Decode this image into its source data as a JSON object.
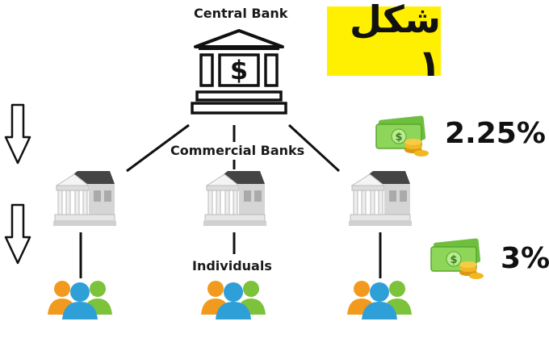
{
  "diagram": {
    "central_bank_label": "Central Bank",
    "commercial_banks_label": "Commercial Banks",
    "individuals_label": "Individuals",
    "figure_badge": "شكل ١",
    "rates": {
      "central_rate": "2.25%",
      "commercial_rate": "3%"
    },
    "icons": {
      "central": "central-bank-icon",
      "bank": "bank-building-icon",
      "people": "people-group-icon",
      "money": "money-cash-icon",
      "arrow": "down-arrow-icon"
    },
    "colors": {
      "badge_bg": "#ffef00",
      "money_green": "#8ed65a",
      "coin_gold": "#f2b722",
      "person_orange": "#f29a1e",
      "person_blue": "#2f9fd8",
      "person_green": "#7cc23b"
    }
  }
}
